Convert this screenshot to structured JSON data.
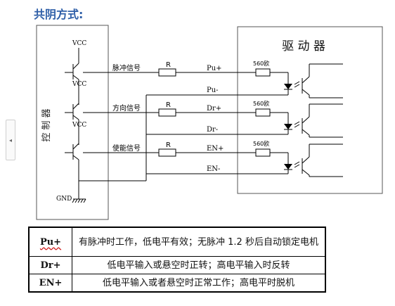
{
  "title": "共阴方式:",
  "colors": {
    "title": "#2f5fa8",
    "line": "#000000",
    "box": "#555555"
  },
  "controller": {
    "label": "控 制 器"
  },
  "driver": {
    "label": "驱 动 器"
  },
  "vcc_labels": [
    "VCC",
    "VCC",
    "VCC"
  ],
  "gnd_label": "GND",
  "channels": [
    {
      "signal": "脉冲信号",
      "resistor": "R",
      "pos": "Pu+",
      "neg": "Pu-",
      "driver_resistor": "560欧"
    },
    {
      "signal": "方向信号",
      "resistor": "R",
      "pos": "Dr+",
      "neg": "Dr-",
      "driver_resistor": "560欧"
    },
    {
      "signal": "使能信号",
      "resistor": "R",
      "pos": "EN+",
      "neg": "EN-",
      "driver_resistor": "560欧"
    }
  ],
  "table": {
    "rows": [
      {
        "key": "Pu+",
        "value": "有脉冲时工作，低电平有效；无脉冲 1.2 秒后自动锁定电机"
      },
      {
        "key": "Dr+",
        "value": "低电平输入或悬空时正转；高电平输入时反转"
      },
      {
        "key": "EN+",
        "value": "低电平输入或者悬空时正常工作；高电平时脱机"
      }
    ]
  },
  "ui": {
    "side_arrow": "◂"
  }
}
